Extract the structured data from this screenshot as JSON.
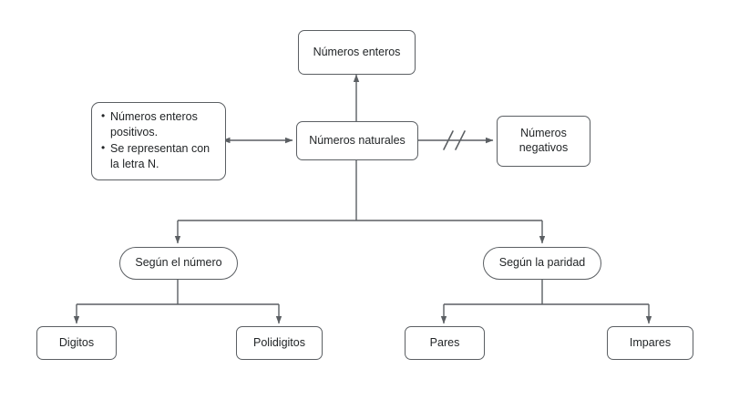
{
  "diagram": {
    "type": "concept-map",
    "title_text": "Números naturales",
    "language": "es",
    "background_color": "#ffffff",
    "stroke_color": "#5b5f63",
    "text_color": "#222527",
    "nodes": {
      "enteros": {
        "label": "Números enteros",
        "shape": "rect"
      },
      "naturales": {
        "label": "Números naturales",
        "shape": "rect"
      },
      "negativos": {
        "label": "Números\nnegativos",
        "shape": "rect"
      },
      "nota": {
        "shape": "note",
        "bullets": [
          "Números enteros positivos.",
          "Se representan con la letra N."
        ]
      },
      "segun_numero": {
        "label": "Según el número",
        "shape": "pill"
      },
      "segun_paridad": {
        "label": "Según la paridad",
        "shape": "pill"
      },
      "digitos": {
        "label": "Digitos",
        "shape": "rect"
      },
      "polidigitos": {
        "label": "Polidigitos",
        "shape": "rect"
      },
      "pares": {
        "label": "Pares",
        "shape": "rect"
      },
      "impares": {
        "label": "Impares",
        "shape": "rect"
      }
    },
    "edges": {
      "naturales_to_enteros": {
        "arrow": "single"
      },
      "nota_to_naturales": {
        "arrow": "double"
      },
      "naturales_to_negativos": {
        "arrow": "single",
        "break_mark": "//"
      },
      "naturales_to_segun_numero": {
        "arrow": "single"
      },
      "naturales_to_segun_paridad": {
        "arrow": "single"
      },
      "segun_numero_to_digitos": {
        "arrow": "single"
      },
      "segun_numero_to_polidigitos": {
        "arrow": "single"
      },
      "segun_paridad_to_pares": {
        "arrow": "single"
      },
      "segun_paridad_to_impares": {
        "arrow": "single"
      }
    }
  }
}
